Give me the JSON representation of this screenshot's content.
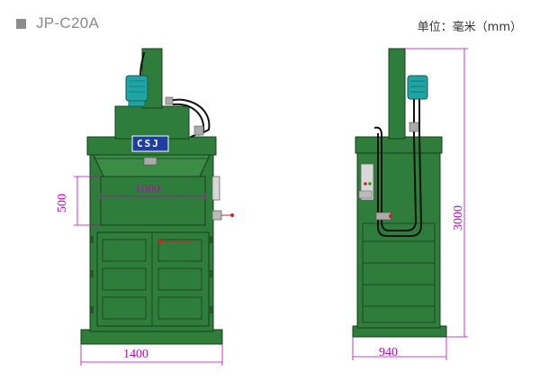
{
  "header": {
    "model": "JP-C20A",
    "unit": "单位：毫米（mm）"
  },
  "dimensions": {
    "inner_width": "1000",
    "total_width": "1400",
    "depth": "940",
    "opening_height": "500",
    "total_height": "3000"
  },
  "machine": {
    "logo": "CSJ",
    "body_color": "#2e7d3a",
    "dark_green": "#1f5a28",
    "motor_color": "#1fa3a3"
  },
  "colors": {
    "dimension": "#c000c0"
  }
}
